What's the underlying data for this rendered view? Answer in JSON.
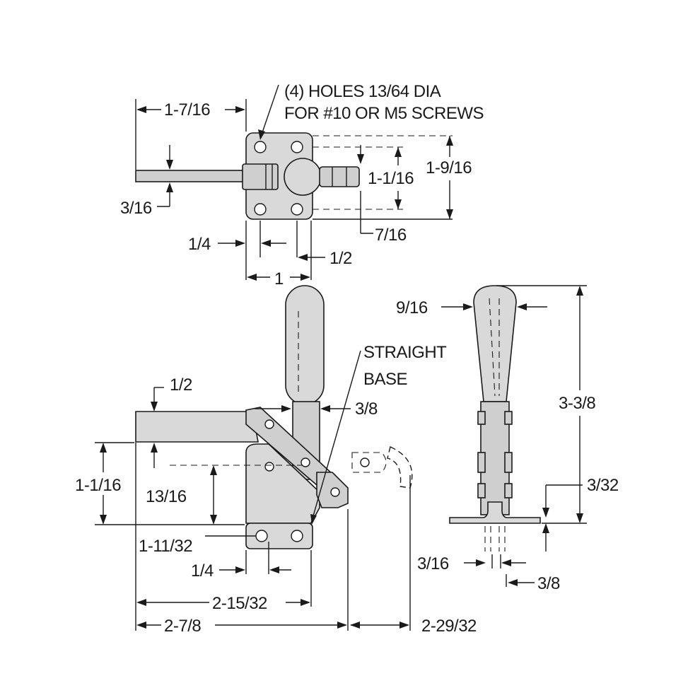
{
  "top_view": {
    "note_line1": "(4) HOLES 13/64 DIA",
    "note_line2": "FOR #10 OR M5 SCREWS",
    "dim_width": "1-7/16",
    "dim_bar_thickness": "3/16",
    "dim_hole_spacing_inner": "1-1/16",
    "dim_base_depth": "1-9/16",
    "dim_offset": "7/16",
    "dim_edge": "1/4",
    "dim_hole_pitch": "1/2",
    "dim_base_width": "1"
  },
  "side_view": {
    "label_line1": "STRAIGHT",
    "label_line2": "BASE",
    "dim_arm_thickness": "1/2",
    "dim_handle_width": "3/8",
    "dim_pivot_height": "1-1/16",
    "dim_link_height": "13/16",
    "dim_base_height": "1-11/32",
    "dim_edge": "1/4",
    "dim_reach": "2-15/32",
    "dim_overall": "2-7/8",
    "dim_open": "2-29/32"
  },
  "end_view": {
    "dim_handle": "9/16",
    "dim_height": "3-3/8",
    "dim_plate": "3/32",
    "dim_gap": "3/16",
    "dim_foot": "3/8"
  }
}
